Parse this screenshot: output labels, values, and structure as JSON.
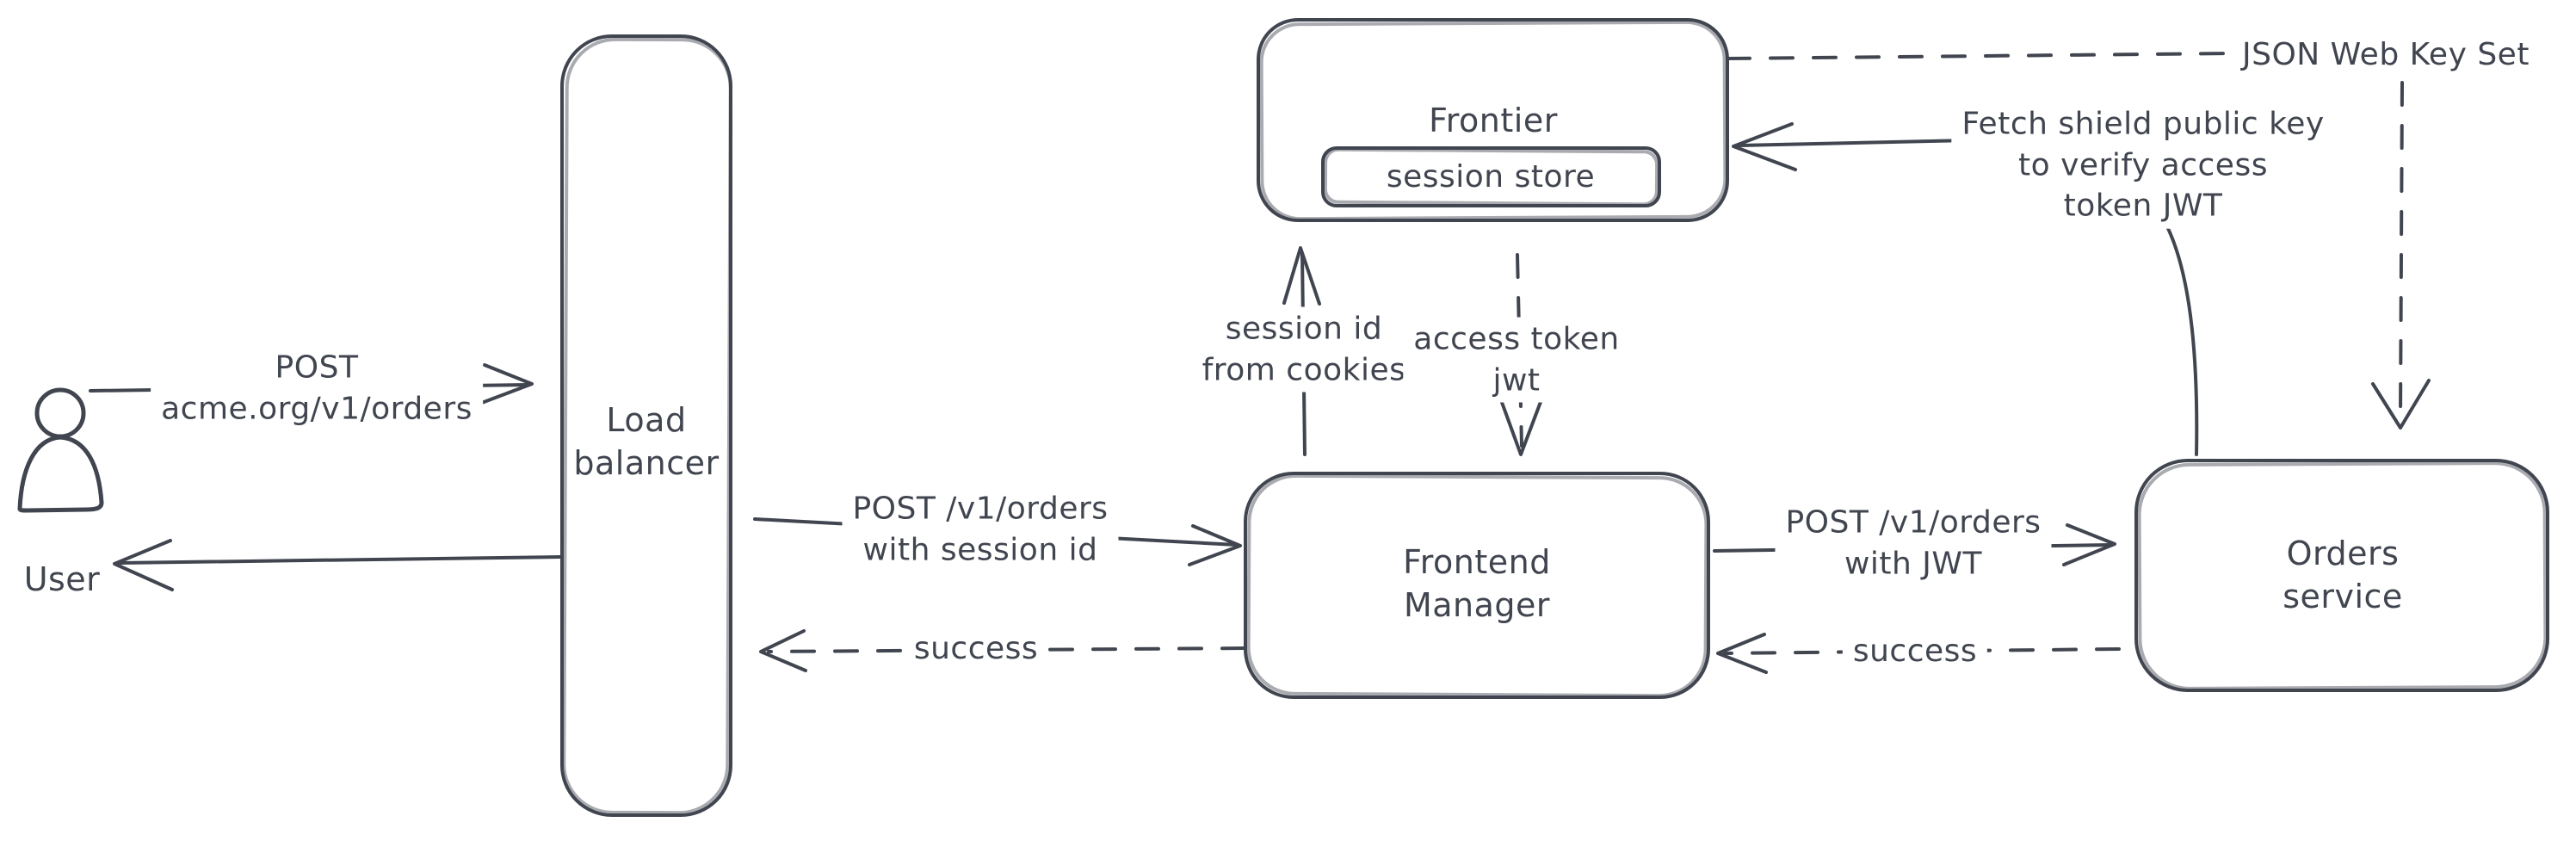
{
  "diagram": {
    "title": "Request flow with load balancer, frontier session store and orders service",
    "nodes": {
      "user": {
        "label": "User"
      },
      "load_balancer": {
        "label": "Load\nbalancer"
      },
      "frontier": {
        "label": "Frontier"
      },
      "session_store": {
        "label": "session store"
      },
      "frontend_manager": {
        "label": "Frontend\nManager"
      },
      "orders_service": {
        "label": "Orders service"
      }
    },
    "edges": {
      "user_to_lb": {
        "label": "POST\nacme.org/v1/orders",
        "style": "solid"
      },
      "lb_to_user": {
        "label": "",
        "style": "solid"
      },
      "lb_to_fm": {
        "label": "POST /v1/orders\nwith session id",
        "style": "solid"
      },
      "fm_to_lb": {
        "label": "success",
        "style": "dashed"
      },
      "fm_to_frontier": {
        "label": "session id\nfrom cookies",
        "style": "solid"
      },
      "frontier_to_fm": {
        "label": "access token\njwt",
        "style": "dashed"
      },
      "fm_to_orders": {
        "label": "POST /v1/orders\nwith JWT",
        "style": "solid"
      },
      "orders_to_fm": {
        "label": "success",
        "style": "dashed"
      },
      "orders_to_frontier": {
        "label": "Fetch shield public key\nto verify access\ntoken JWT",
        "style": "solid"
      },
      "frontier_to_jwks": {
        "label": "JSON Web Key Set",
        "style": "dashed"
      },
      "jwks_to_orders": {
        "label": "",
        "style": "dashed"
      }
    },
    "colors": {
      "stroke": "#40454f",
      "hatch": "#cfd8e3",
      "background": "#ffffff"
    }
  }
}
